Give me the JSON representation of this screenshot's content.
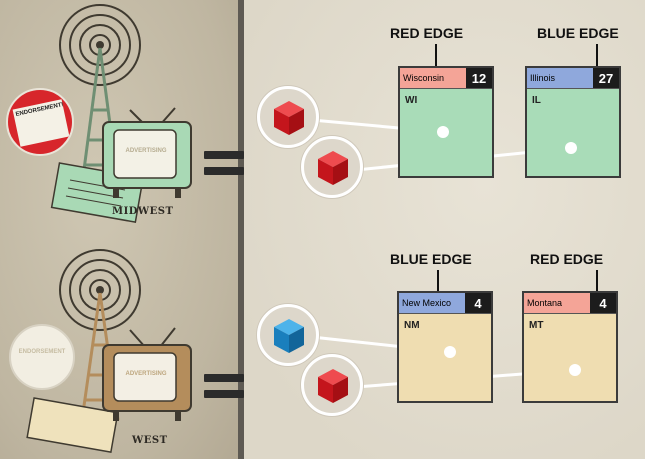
{
  "colors": {
    "red_edge": "#f4a497",
    "blue_edge": "#8fa8dc",
    "midwest_card": "#a9dcb8",
    "west_card": "#efddb1",
    "red_cube": "#d42028",
    "blue_cube": "#1e88c9"
  },
  "regions": [
    {
      "label": "MIDWEST",
      "newspaper_text": "ENDORSEMENT!",
      "tv_text": "ADVERTISING",
      "edge_labels": [
        "RED EDGE",
        "BLUE EDGE"
      ],
      "cards": [
        {
          "name": "Wisconsin",
          "ev": "12",
          "abbr": "WI",
          "edge": "red",
          "cube": "red"
        },
        {
          "name": "Illinois",
          "ev": "27",
          "abbr": "IL",
          "edge": "blue",
          "cube": "red"
        }
      ]
    },
    {
      "label": "WEST",
      "newspaper_text": "ENDORSEMENT",
      "tv_text": "ADVERTISING",
      "edge_labels": [
        "BLUE EDGE",
        "RED EDGE"
      ],
      "cards": [
        {
          "name": "New Mexico",
          "ev": "4",
          "abbr": "NM",
          "edge": "blue",
          "cube": "blue"
        },
        {
          "name": "Montana",
          "ev": "4",
          "abbr": "MT",
          "edge": "red",
          "cube": "red"
        }
      ]
    }
  ]
}
